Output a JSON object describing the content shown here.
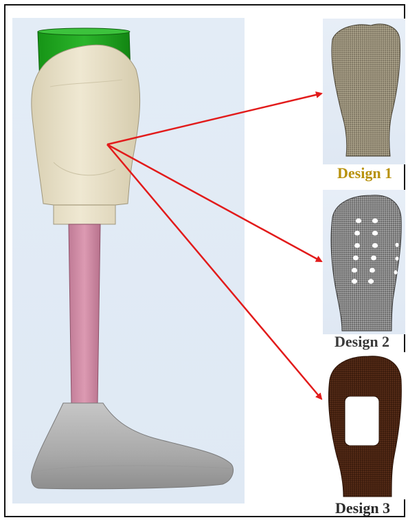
{
  "designs": [
    {
      "label": "Design 1",
      "label_color": "#b8920e",
      "pattern": "fine-mesh socket"
    },
    {
      "label": "Design 2",
      "label_color": "#3a3a3a",
      "pattern": "mesh socket with round holes"
    },
    {
      "label": "Design 3",
      "label_color": "#2b2b2b",
      "pattern": "dark socket with rectangular window"
    }
  ],
  "colors": {
    "arrow": "#e21b1b",
    "socket_liner": "#1fa31f",
    "socket": "#e9e1c8",
    "pylon": "#d48aa6",
    "foot": "#b9b9b9",
    "panel_bg": "#e1eaf5"
  }
}
